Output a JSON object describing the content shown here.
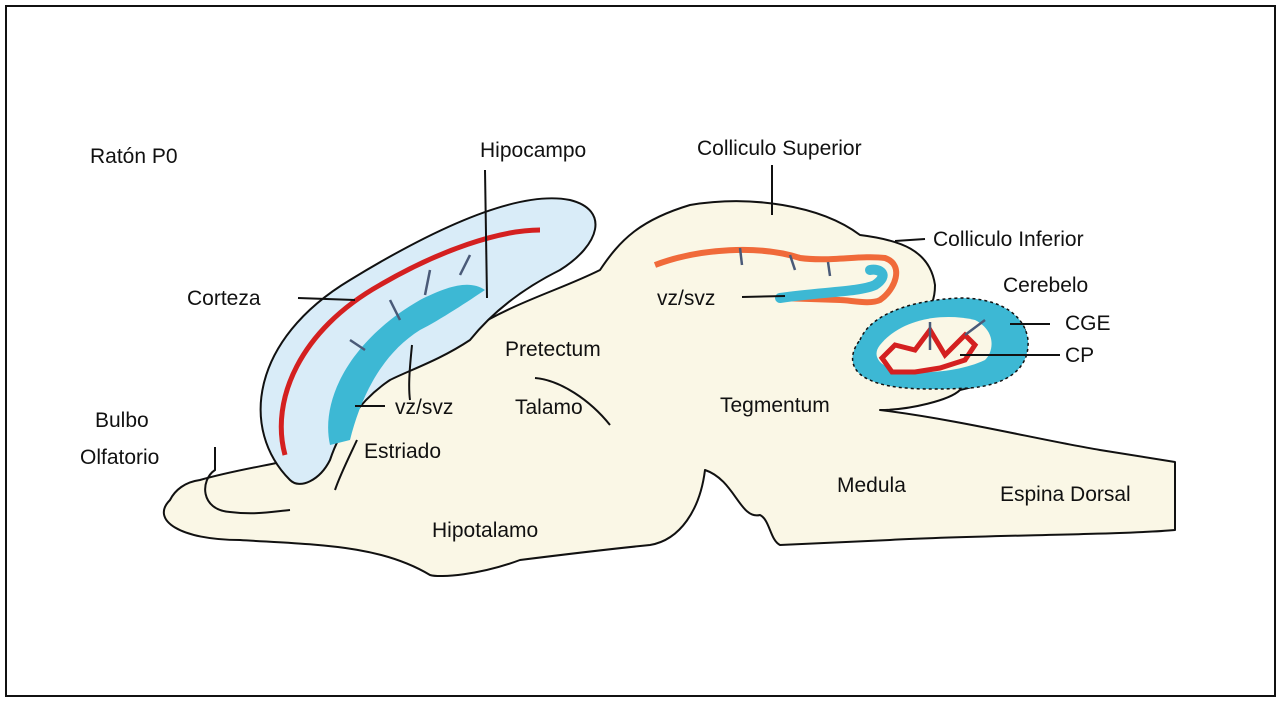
{
  "labels": {
    "title": "Ratón P0",
    "hipocampo": "Hipocampo",
    "colliculo_superior": "Colliculo Superior",
    "colliculo_inferior": "Colliculo Inferior",
    "corteza": "Corteza",
    "vz_svz_mid": "vz/svz",
    "cerebelo": "Cerebelo",
    "cge": "CGE",
    "cp": "CP",
    "pretectum": "Pretectum",
    "vz_svz_left": "vz/svz",
    "talamo": "Talamo",
    "tegmentum": "Tegmentum",
    "bulbo": "Bulbo",
    "olfatorio": "Olfatorio",
    "estriado": "Estriado",
    "medula": "Medula",
    "espina_dorsal": "Espina Dorsal",
    "hipotalamo": "Hipotalamo"
  },
  "colors": {
    "tissue": "#faf7e6",
    "outer_layer": "#d9ecf8",
    "progenitor_zone": "#3db8d4",
    "cortical_plate": "#d42020",
    "colliculus_layer": "#f06a3a",
    "arrow": "#4a5a78"
  }
}
